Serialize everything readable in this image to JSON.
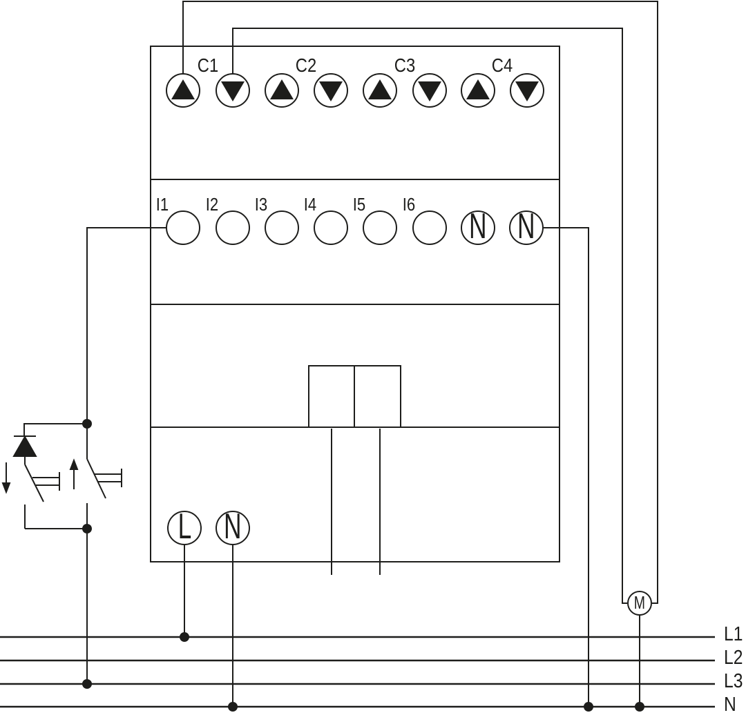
{
  "device": {
    "channels": [
      {
        "label": "C1",
        "terminals": [
          "up",
          "down"
        ]
      },
      {
        "label": "C2",
        "terminals": [
          "up",
          "down"
        ]
      },
      {
        "label": "C3",
        "terminals": [
          "up",
          "down"
        ]
      },
      {
        "label": "C4",
        "terminals": [
          "up",
          "down"
        ]
      }
    ],
    "inputs": [
      "I1",
      "I2",
      "I3",
      "I4",
      "I5",
      "I6"
    ],
    "neutral_terminals": [
      "N",
      "N"
    ],
    "supply_terminals": [
      "L",
      "N"
    ]
  },
  "switch_unit": {
    "down_switch": "down-pushbutton-with-diode",
    "up_switch": "up-pushbutton"
  },
  "motor": {
    "label": "M"
  },
  "bus_lines": [
    "L1",
    "L2",
    "L3",
    "N"
  ],
  "colors": {
    "line": "#1d1d1b",
    "background": "#ffffff"
  }
}
